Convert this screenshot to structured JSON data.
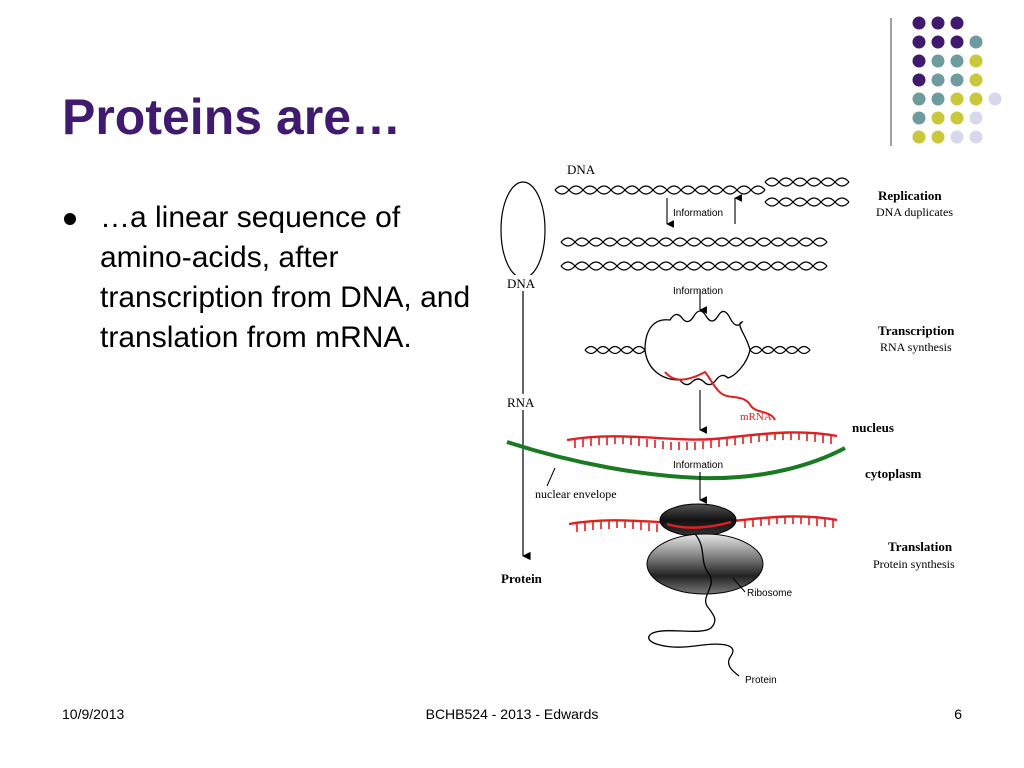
{
  "slide": {
    "title": "Proteins are…",
    "bullets": [
      "…a linear sequence of amino-acids, after transcription from DNA, and translation from mRNA."
    ],
    "footer": {
      "date": "10/9/2013",
      "course": "BCHB524 - 2013 - Edwards",
      "page": "6"
    },
    "colors": {
      "title": "#3f1a6e",
      "purple": "#3f1a6e",
      "teal": "#6e9c9e",
      "olive": "#c9c83a",
      "lavender": "#d8d8ec",
      "mrna": "#e02020",
      "envelope": "#1a7a22"
    }
  },
  "diagram": {
    "dna_top": "DNA",
    "dna_left": "DNA",
    "rna_left": "RNA",
    "protein_left": "Protein",
    "information_1": "Information",
    "information_2": "Information",
    "information_3": "Information",
    "replication_title": "Replication",
    "replication_sub": "DNA duplicates",
    "transcription_title": "Transcription",
    "transcription_sub": "RNA synthesis",
    "mrna": "mRNA",
    "nucleus": "nucleus",
    "cytoplasm": "cytoplasm",
    "nuclear_envelope": "nuclear envelope",
    "translation_title": "Translation",
    "translation_sub": "Protein synthesis",
    "ribosome": "Ribosome",
    "protein_bottom": "Protein"
  }
}
